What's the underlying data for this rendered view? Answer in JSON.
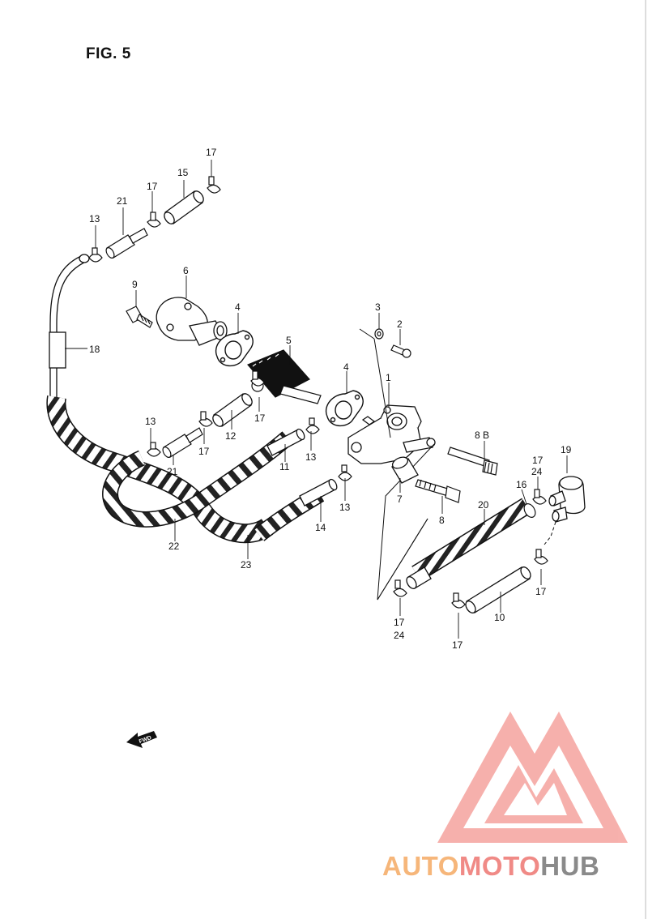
{
  "figure": {
    "title": "FIG. 5",
    "fwd_label": "FWD"
  },
  "callouts": {
    "c1": "1",
    "c2": "2",
    "c3": "3",
    "c4a": "4",
    "c4b": "4",
    "c5": "5",
    "c6": "6",
    "c7": "7",
    "c8": "8",
    "c8b": "8 B",
    "c9": "9",
    "c10": "10",
    "c11": "11",
    "c12": "12",
    "c13a": "13",
    "c13b": "13",
    "c13c": "13",
    "c13d": "13",
    "c14": "14",
    "c15": "15",
    "c16": "16",
    "c17a": "17",
    "c17b": "17",
    "c17c": "17",
    "c17d": "17",
    "c17e": "17",
    "c17f": "17",
    "c17g": "17",
    "c17h": "17",
    "c18": "18",
    "c19": "19",
    "c20": "20",
    "c21a": "21",
    "c21b": "21",
    "c22": "22",
    "c23": "23",
    "c24a": "24",
    "c24b": "24"
  },
  "watermark": {
    "part1": "AUTO",
    "part2": "MOTO",
    "part3": "HUB",
    "colors": {
      "orange": "#f6b67a",
      "red": "#f08a86",
      "gray": "#8a8a8a"
    }
  }
}
